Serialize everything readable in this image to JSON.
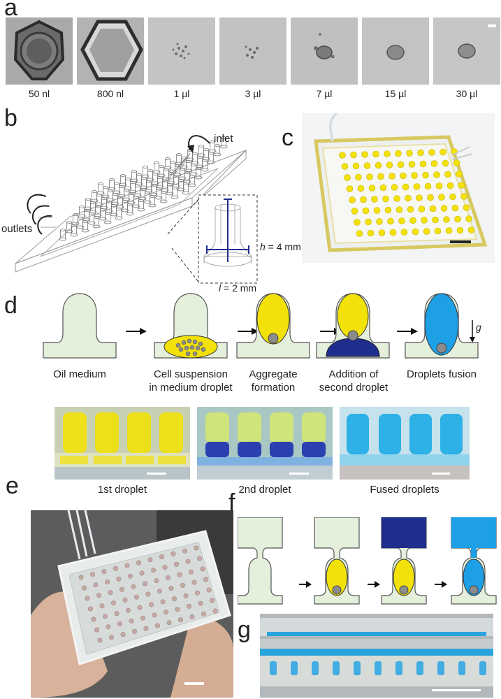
{
  "panel_labels": {
    "a": "a",
    "b": "b",
    "c": "c",
    "d": "d",
    "e": "e",
    "f": "f",
    "g": "g"
  },
  "panel_a": {
    "volumes": [
      "50 nl",
      "800 nl",
      "1 µl",
      "3 µl",
      "7 µl",
      "15 µl",
      "30 µl"
    ]
  },
  "panel_b": {
    "inlet": "inlet",
    "outlets": "outlets",
    "h_label": "h",
    "h_value": " = 4 mm",
    "l_label": "l",
    "l_value": " = 2 mm"
  },
  "panel_d": {
    "steps": [
      {
        "line1": "Oil medium",
        "line2": ""
      },
      {
        "line1": "Cell suspension",
        "line2": "in medium droplet"
      },
      {
        "line1": "Aggregate",
        "line2": "formation"
      },
      {
        "line1": "Addition of",
        "line2": "second droplet"
      },
      {
        "line1": "Droplets fusion",
        "line2": ""
      }
    ],
    "gravity": "g",
    "photo_captions": [
      "1st droplet",
      "2nd droplet",
      "Fused droplets"
    ]
  },
  "colors": {
    "oil_green": "#e4efdc",
    "droplet_yellow": "#f2e20a",
    "droplet_navy": "#1f2e8c",
    "droplet_cyan": "#1ea0e6",
    "aggregate_gray": "#8c8c8c",
    "outline": "#555555"
  }
}
